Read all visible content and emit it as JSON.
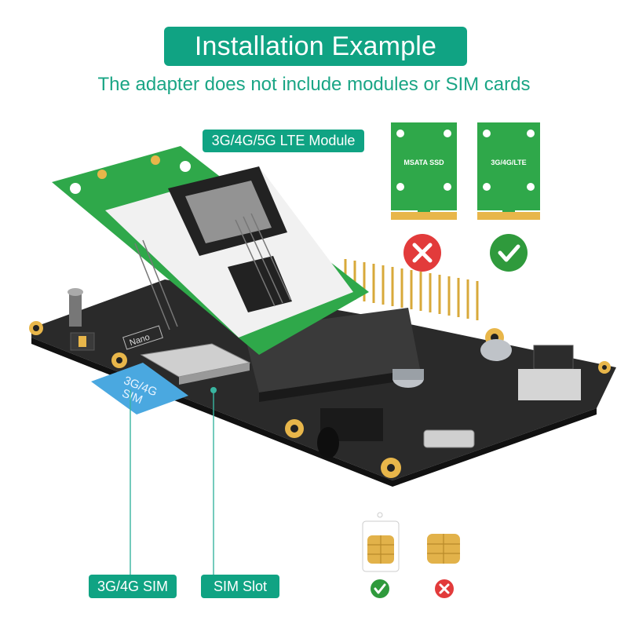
{
  "header": {
    "title": "Installation Example",
    "subtitle": "The adapter does not include modules or SIM cards"
  },
  "labels": {
    "lte_module": "3G/4G/5G LTE Module",
    "sim_card": "3G/4G SIM",
    "sim_slot": "SIM Slot"
  },
  "cards": {
    "msata_label": "MSATA  SSD",
    "lte_label": "3G/4G/LTE"
  },
  "board": {
    "sim_card_text_line1": "3G/4G",
    "sim_card_text_line2": "SIM",
    "nano_label": "Nano"
  },
  "colors": {
    "accent": "#10a383",
    "accent_text": "#1aa585",
    "pcb_green": "#2fa84a",
    "board_black": "#2a2a2a",
    "gold": "#e8b64a",
    "sim_blue": "#4aa8e0",
    "check_green": "#2f9a3c",
    "cross_red": "#e23b3b"
  },
  "icons": {
    "wrong": "cross-icon",
    "right": "check-icon"
  }
}
